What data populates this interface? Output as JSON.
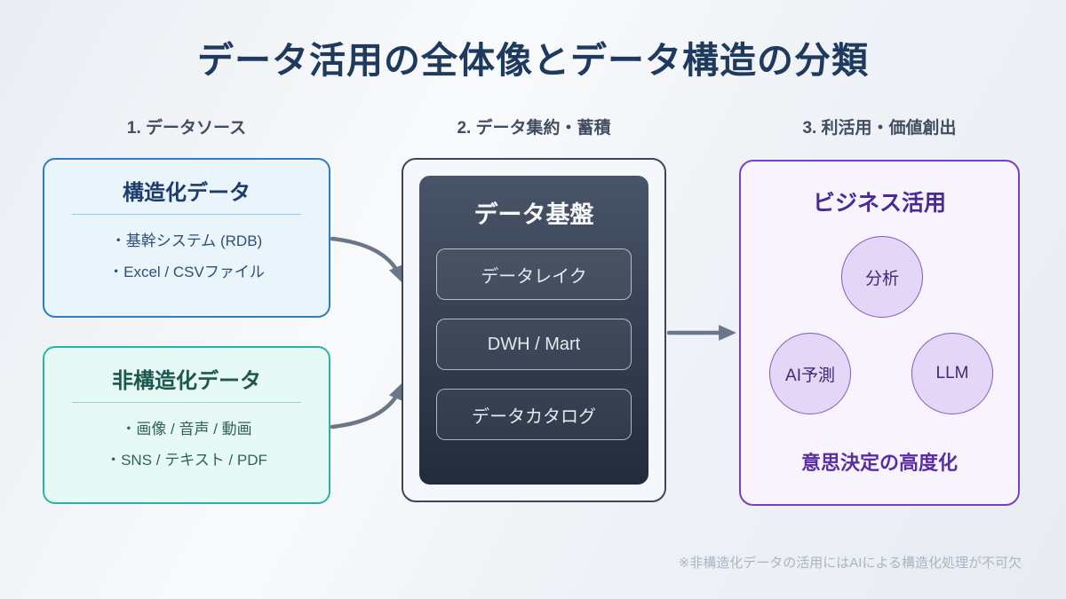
{
  "title": "データ活用の全体像とデータ構造の分類",
  "column_headers": [
    "1. データソース",
    "2. データ集約・蓄積",
    "3. 利活用・価値創出"
  ],
  "structured": {
    "title": "構造化データ",
    "items": [
      "・基幹システム (RDB)",
      "・Excel / CSVファイル"
    ]
  },
  "unstructured": {
    "title": "非構造化データ",
    "items": [
      "・画像 / 音声 / 動画",
      "・SNS / テキスト / PDF"
    ]
  },
  "platform": {
    "title": "データ基盤",
    "items": [
      "データレイク",
      "DWH / Mart",
      "データカタログ"
    ]
  },
  "business": {
    "title": "ビジネス活用",
    "circles": [
      "分析",
      "AI予測",
      "LLM"
    ],
    "footer": "意思決定の高度化"
  },
  "note": "※非構造化データの活用にはAIによる構造化処理が不可欠",
  "colors": {
    "title_navy": "#1e3a5e",
    "header_slate": "#414e61",
    "blue_bg": "#e9f4fb",
    "blue_border": "#2d7dc2",
    "blue_title": "#1d3c6d",
    "blue_divider": "#9cc8e8",
    "blue_item": "#2d4f76",
    "teal_bg": "#e7f9f4",
    "teal_border": "#2bb3a1",
    "teal_title": "#1c584e",
    "teal_divider": "#8cd8ca",
    "teal_item": "#30615a",
    "platform_outer_bg": "#f4f8fc",
    "platform_outer_border": "#3a4659",
    "dark_panel_top": "#4a5468",
    "dark_panel_bottom": "#212b3b",
    "platform_title": "#f6f8fa",
    "platform_item_text": "#e4e9ef",
    "purple_bg": "#f8f4fd",
    "purple_border": "#7a3fc1",
    "purple_title": "#49289a",
    "purple_footer": "#5a2da3",
    "circle_bg": "#e3d6f6",
    "circle_border": "#7e57c4",
    "circle_text": "#3f2b75",
    "arrow_gray": "#6b7688",
    "note_gray": "#a9b5c4"
  }
}
